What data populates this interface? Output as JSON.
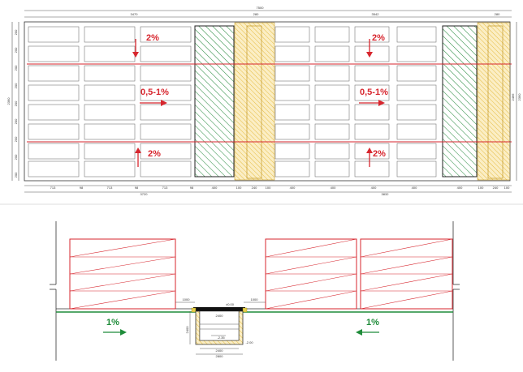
{
  "plan": {
    "overall_width": "7500",
    "segments_top": [
      "3470",
      "280",
      "3542",
      "280"
    ],
    "height_left": "2390",
    "height_right_a": "2466",
    "height_right_b": "2390",
    "bottom_totals": [
      "3720",
      "3832"
    ],
    "bottom_left_dims": [
      "713",
      "98",
      "713",
      "98",
      "713",
      "98",
      "400",
      "100",
      "240",
      "100"
    ],
    "bottom_right_dims": [
      "400",
      "400",
      "400",
      "400",
      "400",
      "100",
      "240",
      "100"
    ],
    "left_rail_dims": [
      "200",
      "200",
      "200",
      "200",
      "200",
      "200",
      "200",
      "200",
      "200"
    ],
    "slopes": {
      "top_left": "2%",
      "mid_left": "0,5-1%",
      "bottom_left": "2%",
      "top_right": "2%",
      "mid_right": "0,5-1%",
      "bottom_right": "2%"
    }
  },
  "section": {
    "slope_left": "1%",
    "slope_right": "1%",
    "dim_left": "1000",
    "dim_right": "1000",
    "dim_top_inner": "2400",
    "dim_height": "2400",
    "dim_base_inner": "2400",
    "dim_base_outer": "2800",
    "level_top": "±0.00",
    "level_bottom": "-2.35",
    "level_side": "-2.00"
  },
  "colors": {
    "red": "#d7262e",
    "green": "#1f8c3a",
    "hatch_green": "#2f8f46",
    "hatch_yellow": "#e3b530",
    "yellow_fill": "#fbeec5",
    "line": "#333333"
  }
}
